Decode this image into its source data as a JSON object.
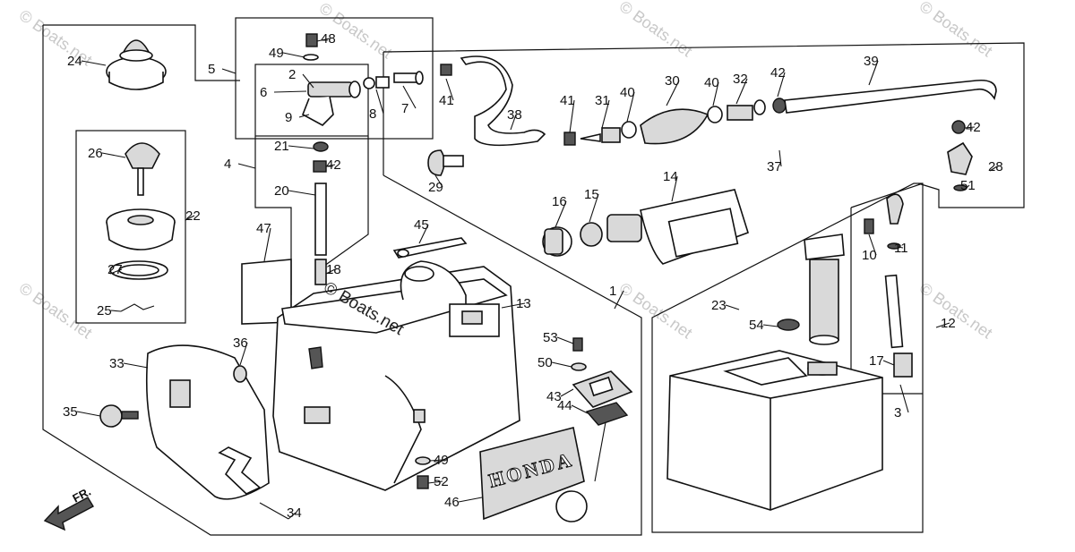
{
  "watermark": "© Boats.net",
  "center_watermark": "© Boats.net",
  "logo_text": "HONDA",
  "front_label": "FR.",
  "callouts": [
    {
      "id": "c1",
      "text": "1"
    },
    {
      "id": "c2",
      "text": "2"
    },
    {
      "id": "c3",
      "text": "3"
    },
    {
      "id": "c4",
      "text": "4"
    },
    {
      "id": "c5",
      "text": "5"
    },
    {
      "id": "c6",
      "text": "6"
    },
    {
      "id": "c7",
      "text": "7"
    },
    {
      "id": "c8",
      "text": "8"
    },
    {
      "id": "c9",
      "text": "9"
    },
    {
      "id": "c10",
      "text": "10"
    },
    {
      "id": "c11",
      "text": "11"
    },
    {
      "id": "c12",
      "text": "12"
    },
    {
      "id": "c13",
      "text": "13"
    },
    {
      "id": "c14",
      "text": "14"
    },
    {
      "id": "c15",
      "text": "15"
    },
    {
      "id": "c16",
      "text": "16"
    },
    {
      "id": "c17",
      "text": "17"
    },
    {
      "id": "c18",
      "text": "18"
    },
    {
      "id": "c20",
      "text": "20"
    },
    {
      "id": "c21",
      "text": "21"
    },
    {
      "id": "c22",
      "text": "22"
    },
    {
      "id": "c23",
      "text": "23"
    },
    {
      "id": "c24",
      "text": "24"
    },
    {
      "id": "c25",
      "text": "25"
    },
    {
      "id": "c26",
      "text": "26"
    },
    {
      "id": "c27",
      "text": "27"
    },
    {
      "id": "c28",
      "text": "28"
    },
    {
      "id": "c29",
      "text": "29"
    },
    {
      "id": "c30",
      "text": "30"
    },
    {
      "id": "c31",
      "text": "31"
    },
    {
      "id": "c32",
      "text": "32"
    },
    {
      "id": "c33",
      "text": "33"
    },
    {
      "id": "c34",
      "text": "34"
    },
    {
      "id": "c35",
      "text": "35"
    },
    {
      "id": "c36",
      "text": "36"
    },
    {
      "id": "c37",
      "text": "37"
    },
    {
      "id": "c38",
      "text": "38"
    },
    {
      "id": "c39",
      "text": "39"
    },
    {
      "id": "c40a",
      "text": "40"
    },
    {
      "id": "c40b",
      "text": "40"
    },
    {
      "id": "c41a",
      "text": "41"
    },
    {
      "id": "c41b",
      "text": "41"
    },
    {
      "id": "c42a",
      "text": "42"
    },
    {
      "id": "c42b",
      "text": "42"
    },
    {
      "id": "c42c",
      "text": "42"
    },
    {
      "id": "c43",
      "text": "43"
    },
    {
      "id": "c44",
      "text": "44"
    },
    {
      "id": "c45",
      "text": "45"
    },
    {
      "id": "c46",
      "text": "46"
    },
    {
      "id": "c47",
      "text": "47"
    },
    {
      "id": "c48",
      "text": "48"
    },
    {
      "id": "c49a",
      "text": "49"
    },
    {
      "id": "c49b",
      "text": "49"
    },
    {
      "id": "c50",
      "text": "50"
    },
    {
      "id": "c51",
      "text": "51"
    },
    {
      "id": "c52",
      "text": "52"
    },
    {
      "id": "c53",
      "text": "53"
    },
    {
      "id": "c54",
      "text": "54"
    }
  ]
}
